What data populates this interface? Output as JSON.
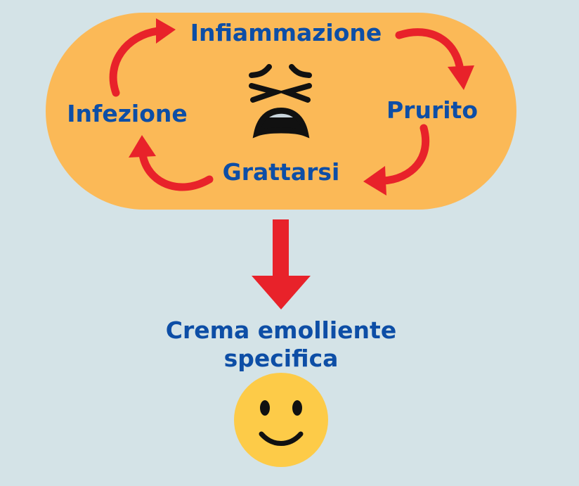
{
  "cycle": {
    "steps": [
      "Infiammazione",
      "Prurito",
      "Grattarsi",
      "Infezione"
    ]
  },
  "result": {
    "line1": "Crema emolliente",
    "line2": "specifica"
  },
  "icons": {
    "cycle_face": "tired-face-icon",
    "result_face": "smiling-face-icon"
  },
  "colors": {
    "background": "#d4e3e7",
    "cycle_blob": "#fbb957",
    "text": "#0d4ea6",
    "arrows": "#e8222a",
    "smiley": "#fdcb48"
  }
}
